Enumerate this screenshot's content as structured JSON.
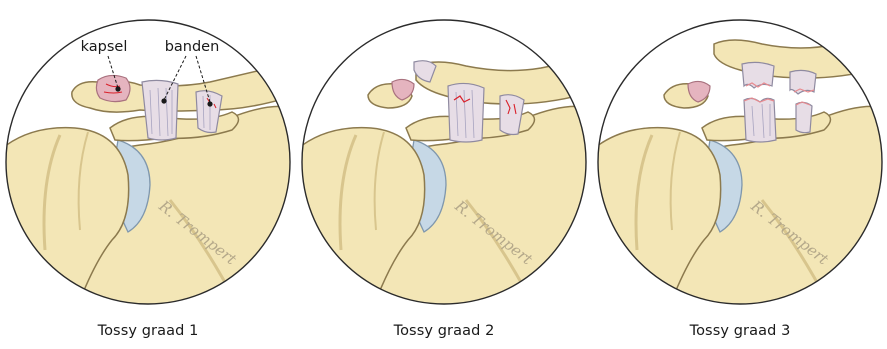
{
  "labels": {
    "capsule": "kapsel",
    "ligaments": "banden"
  },
  "panels": [
    {
      "caption": "Tossy graad 1"
    },
    {
      "caption": "Tossy graad 2"
    },
    {
      "caption": "Tossy graad 3"
    }
  ],
  "signature": "R. Trompert",
  "colors": {
    "bone": "#f3e6b6",
    "bone_shadow": "#d8c58d",
    "outline": "#8c7a4e",
    "cartilage": "#c6d8e6",
    "ligament": "#e7dde6",
    "capsule": "#e5b4bf",
    "tear": "#d9202a"
  }
}
